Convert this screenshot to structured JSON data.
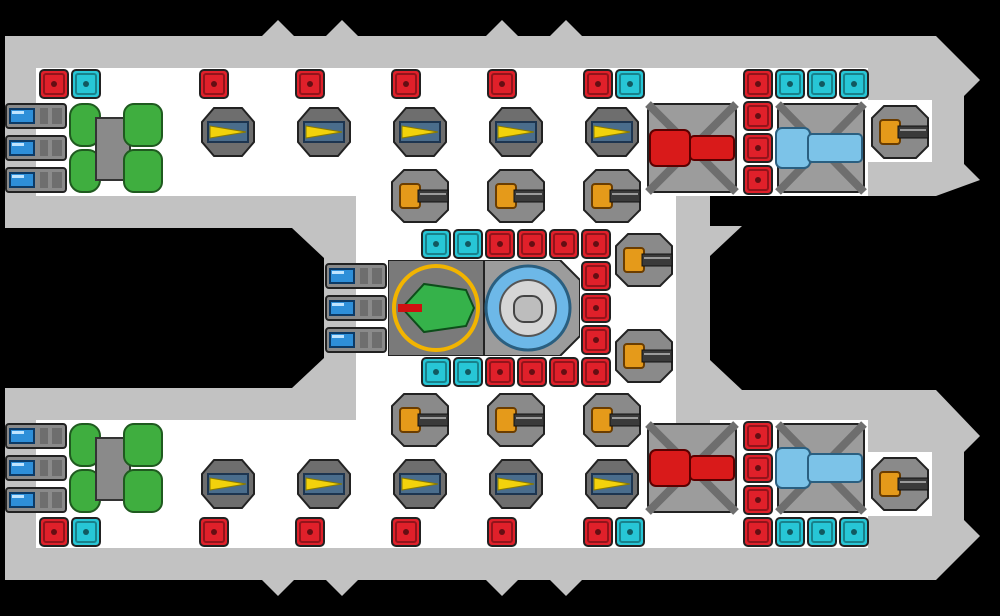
{
  "scene": {
    "background_color": "#000000",
    "hull_color": "#c2c2c2",
    "hull_shadow_color": "#a8a8a8",
    "floor_color": "#ffffff"
  },
  "module_types": {
    "red_block": {
      "kind": "armor-block",
      "color": "#e0202a"
    },
    "cyan_block": {
      "kind": "armor-block",
      "color": "#27c6d6"
    },
    "yellow_thruster": {
      "kind": "thruster",
      "color": "#f2d20c"
    },
    "orange_turret": {
      "kind": "turret",
      "color": "#e59a1a"
    },
    "battery": {
      "kind": "battery",
      "color": "#2e8fd9"
    },
    "green_tank": {
      "kind": "fuel-tank",
      "color": "#3fae3f"
    },
    "red_cannon": {
      "kind": "heavy-cannon",
      "color": "#d91a1a"
    },
    "blue_cannon": {
      "kind": "ion-cannon",
      "color": "#7cc3e8"
    },
    "command_core": {
      "kind": "command-core",
      "color": "#35b24a"
    },
    "shield_dome": {
      "kind": "shield-generator",
      "color": "#6db8e8"
    }
  }
}
